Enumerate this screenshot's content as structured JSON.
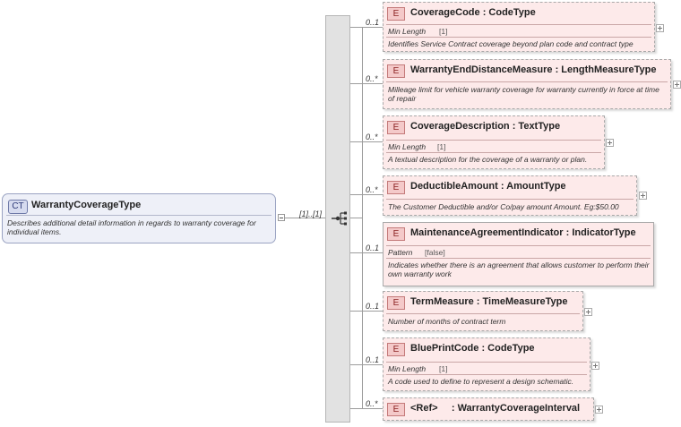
{
  "complex_type": {
    "badge": "CT",
    "name": "WarrantyCoverageType",
    "description": "Describes additional detail information in regards to warranty coverage for individual items."
  },
  "sequence": {
    "multiplicity": "[1]..[1]"
  },
  "elements": [
    {
      "multiplicity": "0..1",
      "badge": "E",
      "title": "CoverageCode : CodeType",
      "facet_label": "Min Length",
      "facet_value": "[1]",
      "description": "Identifies Service Contract coverage beyond plan code and contract type"
    },
    {
      "multiplicity": "0..*",
      "badge": "E",
      "title": "WarrantyEndDistanceMeasure : LengthMeasureType",
      "description": "Milleage limit for vehicle warranty coverage for warranty currently in force at time of repair"
    },
    {
      "multiplicity": "0..*",
      "badge": "E",
      "title": "CoverageDescription : TextType",
      "facet_label": "Min Length",
      "facet_value": "[1]",
      "description": "A textual description for the coverage of a warranty or plan."
    },
    {
      "multiplicity": "0..*",
      "badge": "E",
      "title": "DeductibleAmount : AmountType",
      "description": "The Customer Deductible and/or Co/pay amount Amount. Eg:$50.00"
    },
    {
      "multiplicity": "0..1",
      "badge": "E",
      "title": "MaintenanceAgreementIndicator : IndicatorType",
      "facet_label": "Pattern",
      "facet_value": "[false]",
      "description": "Indicates whether there is an agreement that allows customer to perform their own warranty work"
    },
    {
      "multiplicity": "0..1",
      "badge": "E",
      "title": "TermMeasure : TimeMeasureType",
      "description": "Number of months of contract term"
    },
    {
      "multiplicity": "0..1",
      "badge": "E",
      "title": "BluePrintCode : CodeType",
      "facet_label": "Min Length",
      "facet_value": "[1]",
      "description": "A code used to define to represent a design schematic."
    },
    {
      "multiplicity": "0..*",
      "badge": "E",
      "title": "<Ref>     : WarrantyCoverageInterval"
    }
  ]
}
